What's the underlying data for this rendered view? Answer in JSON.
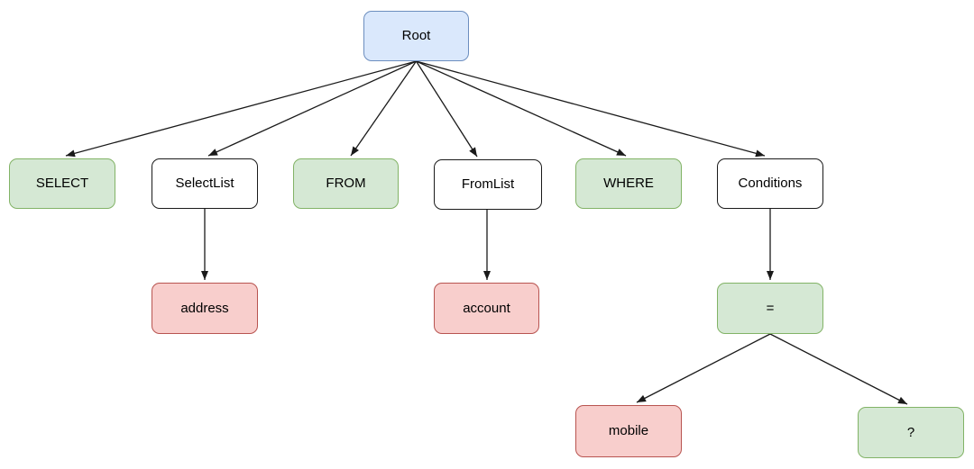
{
  "diagram": {
    "kind": "tree",
    "description": "SQL query parse tree",
    "background": "#ffffff",
    "colors": {
      "blue_fill": "#dae8fc",
      "blue_stroke": "#6c8ebf",
      "green_fill": "#d5e8d4",
      "green_stroke": "#82b366",
      "red_fill": "#f8cecc",
      "red_stroke": "#b85450",
      "white_fill": "#ffffff",
      "white_stroke": "#1a1a1a",
      "edge_stroke": "#1a1a1a",
      "text": "#000000"
    },
    "nodes": [
      {
        "id": "root",
        "label": "Root",
        "color": "blue"
      },
      {
        "id": "select",
        "label": "SELECT",
        "color": "green"
      },
      {
        "id": "selectlist",
        "label": "SelectList",
        "color": "white"
      },
      {
        "id": "from",
        "label": "FROM",
        "color": "green"
      },
      {
        "id": "fromlist",
        "label": "FromList",
        "color": "white"
      },
      {
        "id": "where",
        "label": "WHERE",
        "color": "green"
      },
      {
        "id": "conditions",
        "label": "Conditions",
        "color": "white"
      },
      {
        "id": "address",
        "label": "address",
        "color": "red"
      },
      {
        "id": "account",
        "label": "account",
        "color": "red"
      },
      {
        "id": "equals",
        "label": "=",
        "color": "green"
      },
      {
        "id": "mobile",
        "label": "mobile",
        "color": "red"
      },
      {
        "id": "question",
        "label": "?",
        "color": "green"
      }
    ],
    "edges": [
      {
        "from": "root",
        "to": "select"
      },
      {
        "from": "root",
        "to": "selectlist"
      },
      {
        "from": "root",
        "to": "from"
      },
      {
        "from": "root",
        "to": "fromlist"
      },
      {
        "from": "root",
        "to": "where"
      },
      {
        "from": "root",
        "to": "conditions"
      },
      {
        "from": "selectlist",
        "to": "address"
      },
      {
        "from": "fromlist",
        "to": "account"
      },
      {
        "from": "conditions",
        "to": "equals"
      },
      {
        "from": "equals",
        "to": "mobile"
      },
      {
        "from": "equals",
        "to": "question"
      }
    ]
  }
}
